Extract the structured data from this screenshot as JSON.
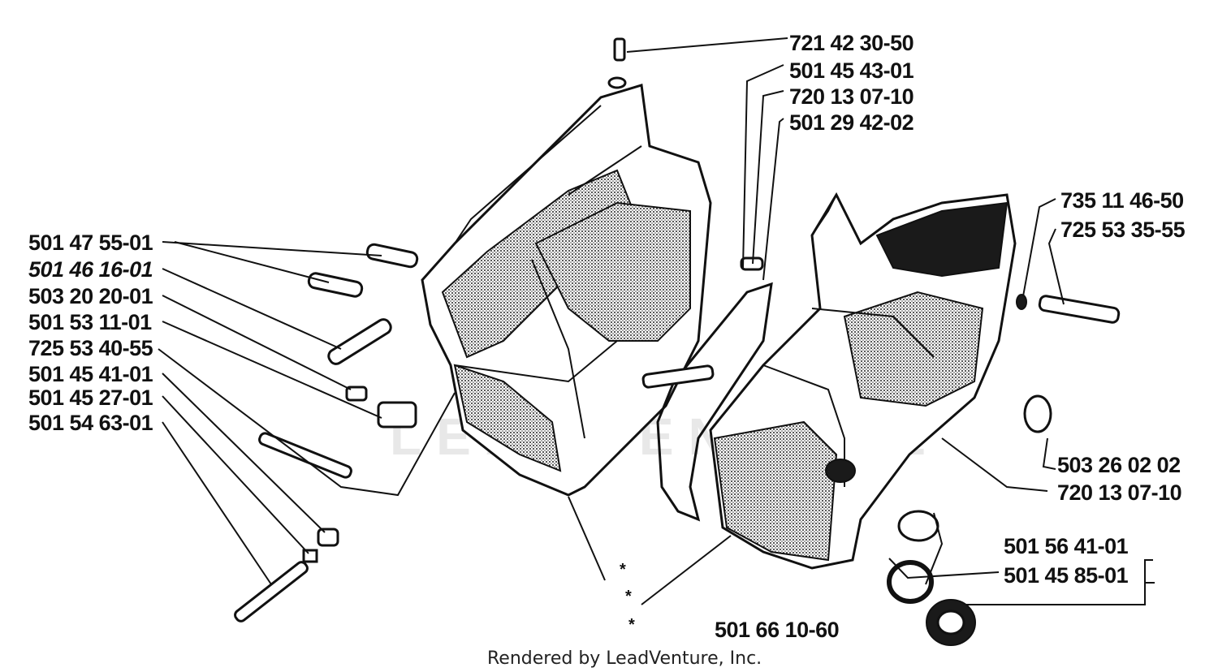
{
  "labels": {
    "l_721_42_30_50": "721 42 30-50",
    "l_501_45_43_01": "501 45 43-01",
    "l_720_13_07_10_top": "720 13 07-10",
    "l_501_29_42_02": "501 29 42-02",
    "l_735_11_46_50": "735 11 46-50",
    "l_725_53_35_55": "725 53 35-55",
    "l_501_47_55_01": "501 47 55-01",
    "l_501_46_16_01": "501 46 16-01",
    "l_503_20_20_01": "503 20 20-01",
    "l_501_53_11_01": "501 53 11-01",
    "l_725_53_40_55": "725 53 40-55",
    "l_501_45_41_01": "501 45 41-01",
    "l_501_45_27_01": "501 45 27-01",
    "l_501_54_63_01": "501 54 63-01",
    "l_503_26_02_02": "503 26 02 02",
    "l_720_13_07_10_right": "720 13 07-10",
    "l_501_56_41_01": "501 56 41-01",
    "l_501_45_85_01": "501 45 85-01",
    "l_501_66_10_60": "501 66 10-60"
  },
  "asterisk": "*",
  "footer": "Rendered by LeadVenture, Inc.",
  "watermark": "LEADVENTURE"
}
